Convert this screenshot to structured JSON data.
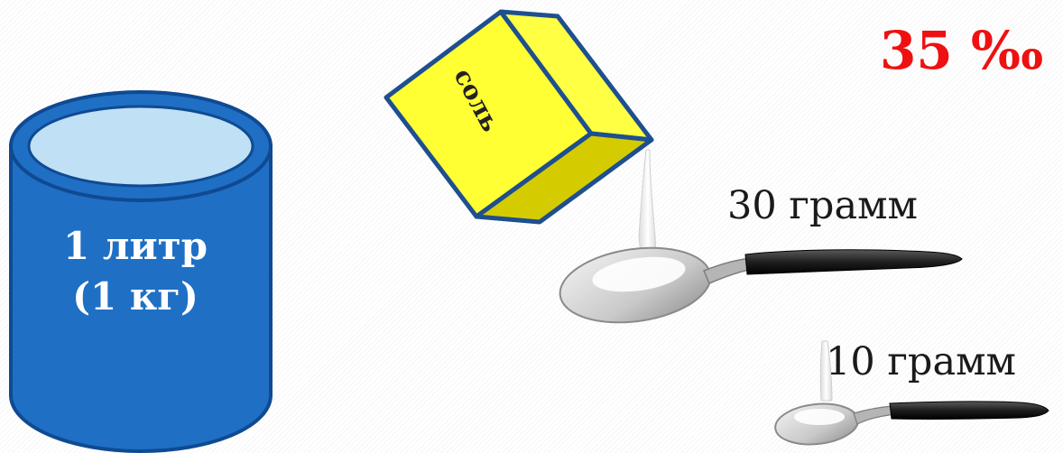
{
  "container": {
    "line1": "1 литр",
    "line2": "(1 кг)",
    "colors": {
      "body": "#1f6fc5",
      "outline": "#0f4a92",
      "water": "#bfe0f5"
    }
  },
  "salt_box": {
    "label": "соль",
    "colors": {
      "face": "#ffff33",
      "side": "#d4cc00",
      "outline": "#1e4f8f"
    }
  },
  "percent_label": "35 ‰",
  "spoons": [
    {
      "label": "30 грамм"
    },
    {
      "label": "10 грамм"
    }
  ],
  "accent_color": "#ee1111"
}
